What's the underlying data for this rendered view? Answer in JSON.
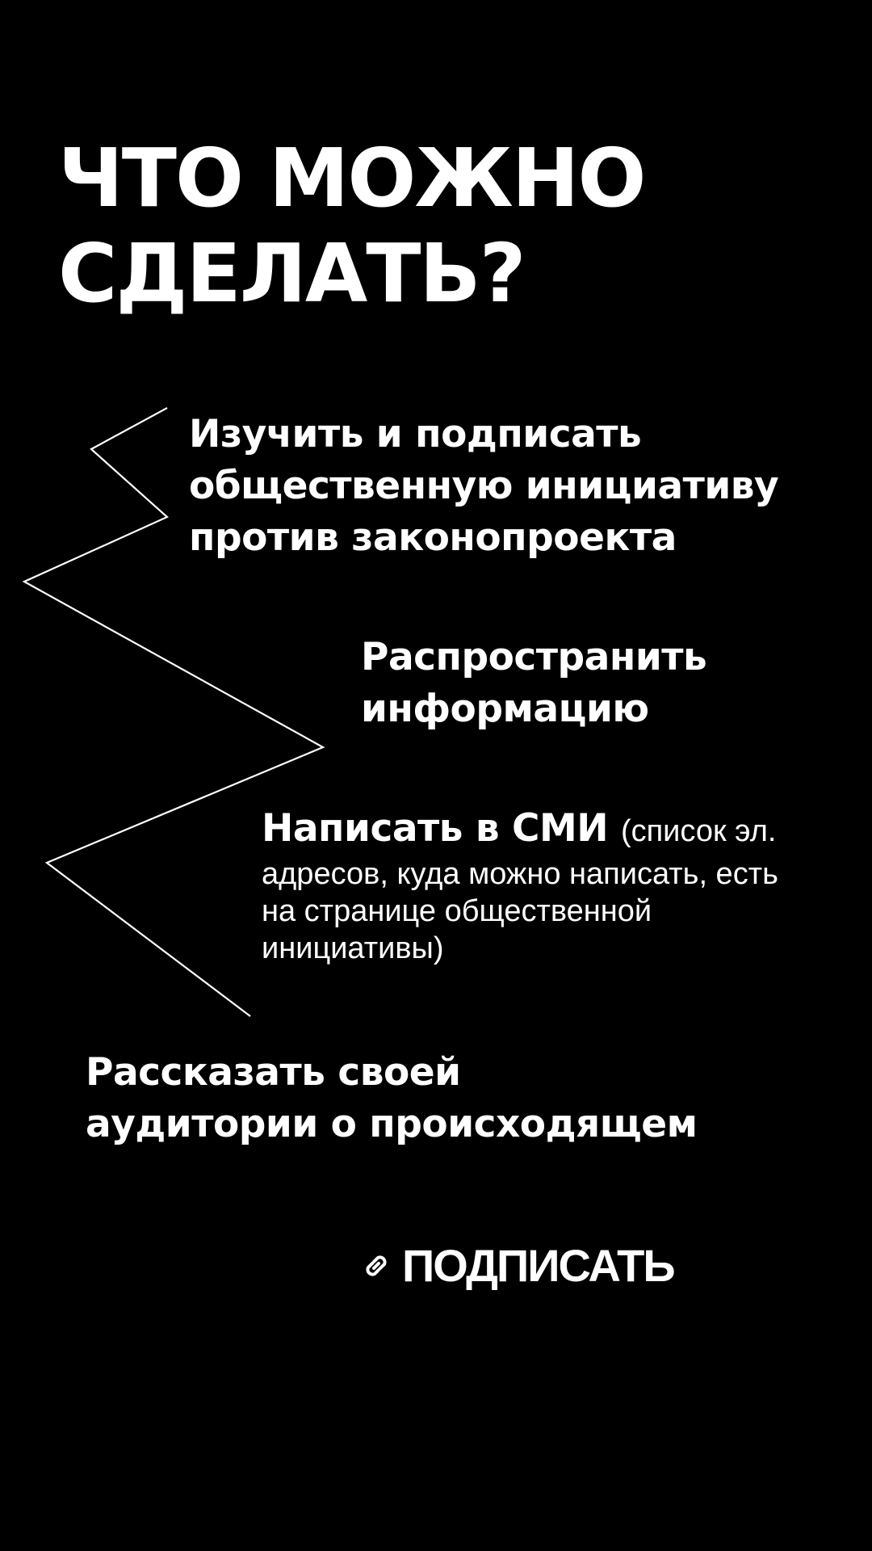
{
  "title": {
    "line1": "ЧТО МОЖНО",
    "line2": "СДЕЛАТЬ?"
  },
  "steps": [
    {
      "lines": [
        "Изучить и подписать",
        "общественную инициативу",
        "против законопроекта"
      ]
    },
    {
      "lines": [
        "Распространить",
        "информацию"
      ]
    },
    {
      "bold": "Написать в СМИ",
      "note_first": "(список эл.",
      "note_lines": [
        "адресов, куда можно написать, есть",
        "на странице общественной",
        "инициативы)"
      ]
    },
    {
      "lines": [
        "Рассказать своей",
        "аудитории о происходящем"
      ]
    }
  ],
  "cta": {
    "icon": "link-icon",
    "label": "ПОДПИСАТЬ"
  },
  "colors": {
    "background": "#000000",
    "text": "#ffffff",
    "line": "#ffffff"
  }
}
